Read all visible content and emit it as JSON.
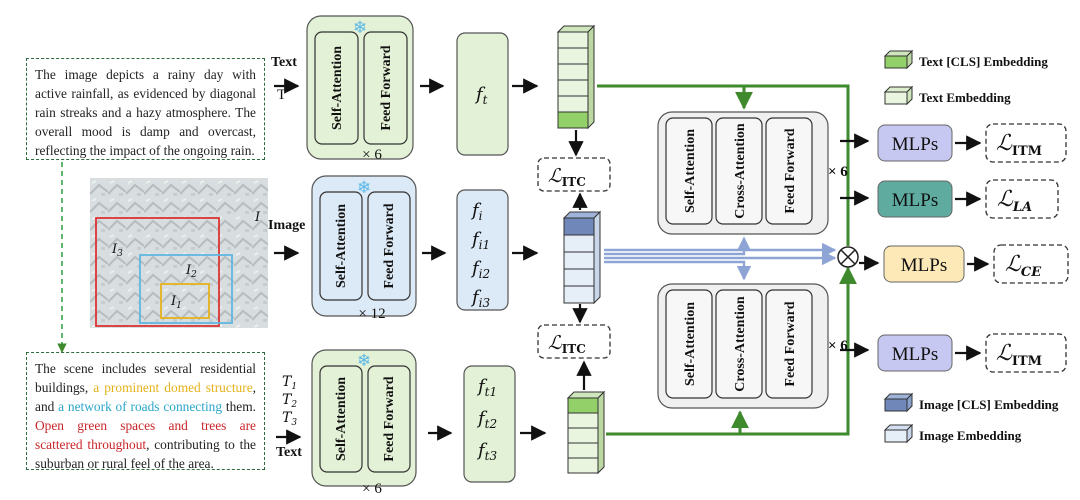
{
  "top_text": "The image depicts a rainy day with active rainfall, as evidenced by diagonal rain streaks and a hazy atmosphere. The overall mood is damp and overcast, reflecting the impact of the ongoing rain.",
  "bottom_text": {
    "p1": "The scene includes several residential buildings, ",
    "h1": "a prominent domed structure",
    "p2": ", and ",
    "h2": "a network of roads connecting",
    "p3": " them. ",
    "h3": "Open green spaces and trees are scattered throughout",
    "p4": ", contributing to the suburban or rural feel of the area."
  },
  "labels": {
    "text_top": "Text",
    "text_top_var": "T",
    "image": "Image",
    "image_var": "I",
    "text_bottom": "Text",
    "region_1": "I1",
    "region_2": "I2",
    "region_3": "I3",
    "t1": "T1",
    "t2": "T2",
    "t3": "T3"
  },
  "encoders": {
    "self_attention": "Self-Attention",
    "feed_forward": "Feed Forward",
    "cross_attention": "Cross-Attention",
    "x6": "× 6",
    "x12": "× 12"
  },
  "features": {
    "ft": "f_t",
    "fi": "f_i",
    "fi1": "f_i1",
    "fi2": "f_i2",
    "fi3": "f_i3",
    "ft1": "f_t1",
    "ft2": "f_t2",
    "ft3": "f_t3"
  },
  "losses": {
    "itc": "L_ITC",
    "itm": "L_ITM",
    "la": "L_LA",
    "ce": "L_CE"
  },
  "heads": {
    "mlps": "MLPs"
  },
  "legend": {
    "text_cls": "Text [CLS] Embedding",
    "text_emb": "Text Embedding",
    "image_cls": "Image [CLS] Embedding",
    "image_emb": "Image Embedding"
  },
  "colors": {
    "green_fill": "#e3f1d6",
    "blue_fill": "#dce9f6",
    "gray_fill": "#f0f0f0",
    "green_line": "#3e8a2c",
    "blue_line": "#8ea4d4",
    "mlp_purple": "#c7c8f1",
    "mlp_teal": "#5faba0",
    "mlp_yellow": "#fde9b8",
    "yellow": "#e6b21c",
    "cyan": "#2aa6c9",
    "red": "#c9262a",
    "frost": "#59b8e6"
  }
}
